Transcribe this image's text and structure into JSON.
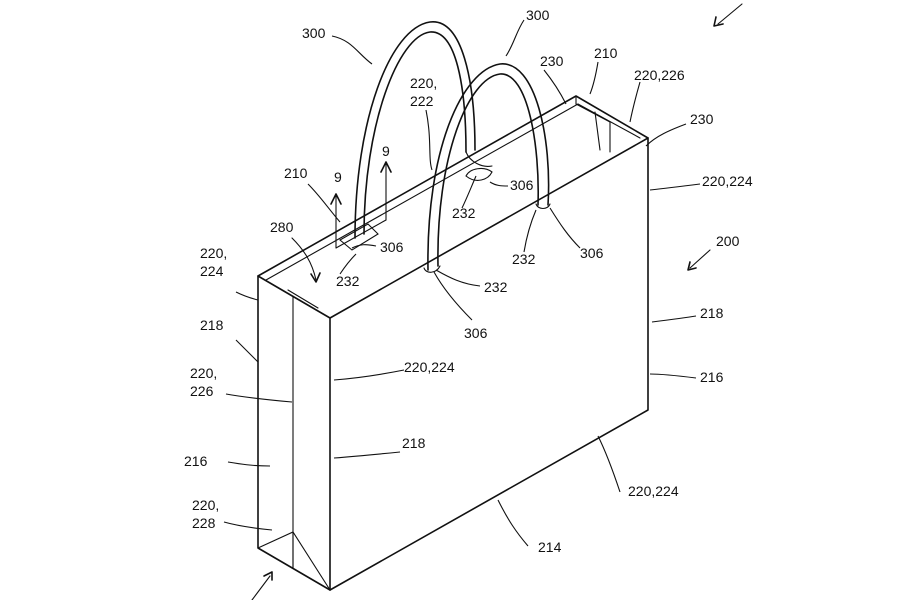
{
  "figure": {
    "labels": [
      {
        "id": "300-left",
        "text": "300"
      },
      {
        "id": "300-top",
        "text": "300"
      },
      {
        "id": "230-top",
        "text": "230"
      },
      {
        "id": "210-top",
        "text": "210"
      },
      {
        "id": "220-226-top",
        "text": "220,226"
      },
      {
        "id": "220-222-a",
        "text": "220,"
      },
      {
        "id": "220-222-b",
        "text": "222"
      },
      {
        "id": "230-right",
        "text": "230"
      },
      {
        "id": "9-left",
        "text": "9"
      },
      {
        "id": "9-right",
        "text": "9"
      },
      {
        "id": "210-left",
        "text": "210"
      },
      {
        "id": "306-a",
        "text": "306"
      },
      {
        "id": "232-a",
        "text": "232"
      },
      {
        "id": "220-224-right-top",
        "text": "220,224"
      },
      {
        "id": "280",
        "text": "280"
      },
      {
        "id": "306-b",
        "text": "306"
      },
      {
        "id": "232-b",
        "text": "232"
      },
      {
        "id": "232-c",
        "text": "232"
      },
      {
        "id": "306-c",
        "text": "306"
      },
      {
        "id": "200",
        "text": "200"
      },
      {
        "id": "220-224-left-a",
        "text": "220,"
      },
      {
        "id": "220-224-left-b",
        "text": "224"
      },
      {
        "id": "232-d",
        "text": "232"
      },
      {
        "id": "306-d",
        "text": "306"
      },
      {
        "id": "218-left",
        "text": "218"
      },
      {
        "id": "218-right",
        "text": "218"
      },
      {
        "id": "220-224-mid",
        "text": "220,224"
      },
      {
        "id": "220-226-left-a",
        "text": "220,"
      },
      {
        "id": "220-226-left-b",
        "text": "226"
      },
      {
        "id": "216-right",
        "text": "216"
      },
      {
        "id": "218-mid",
        "text": "218"
      },
      {
        "id": "216-left",
        "text": "216"
      },
      {
        "id": "220-224-bottom",
        "text": "220,224"
      },
      {
        "id": "220-228-a",
        "text": "220,"
      },
      {
        "id": "220-228-b",
        "text": "228"
      },
      {
        "id": "214",
        "text": "214"
      }
    ]
  }
}
